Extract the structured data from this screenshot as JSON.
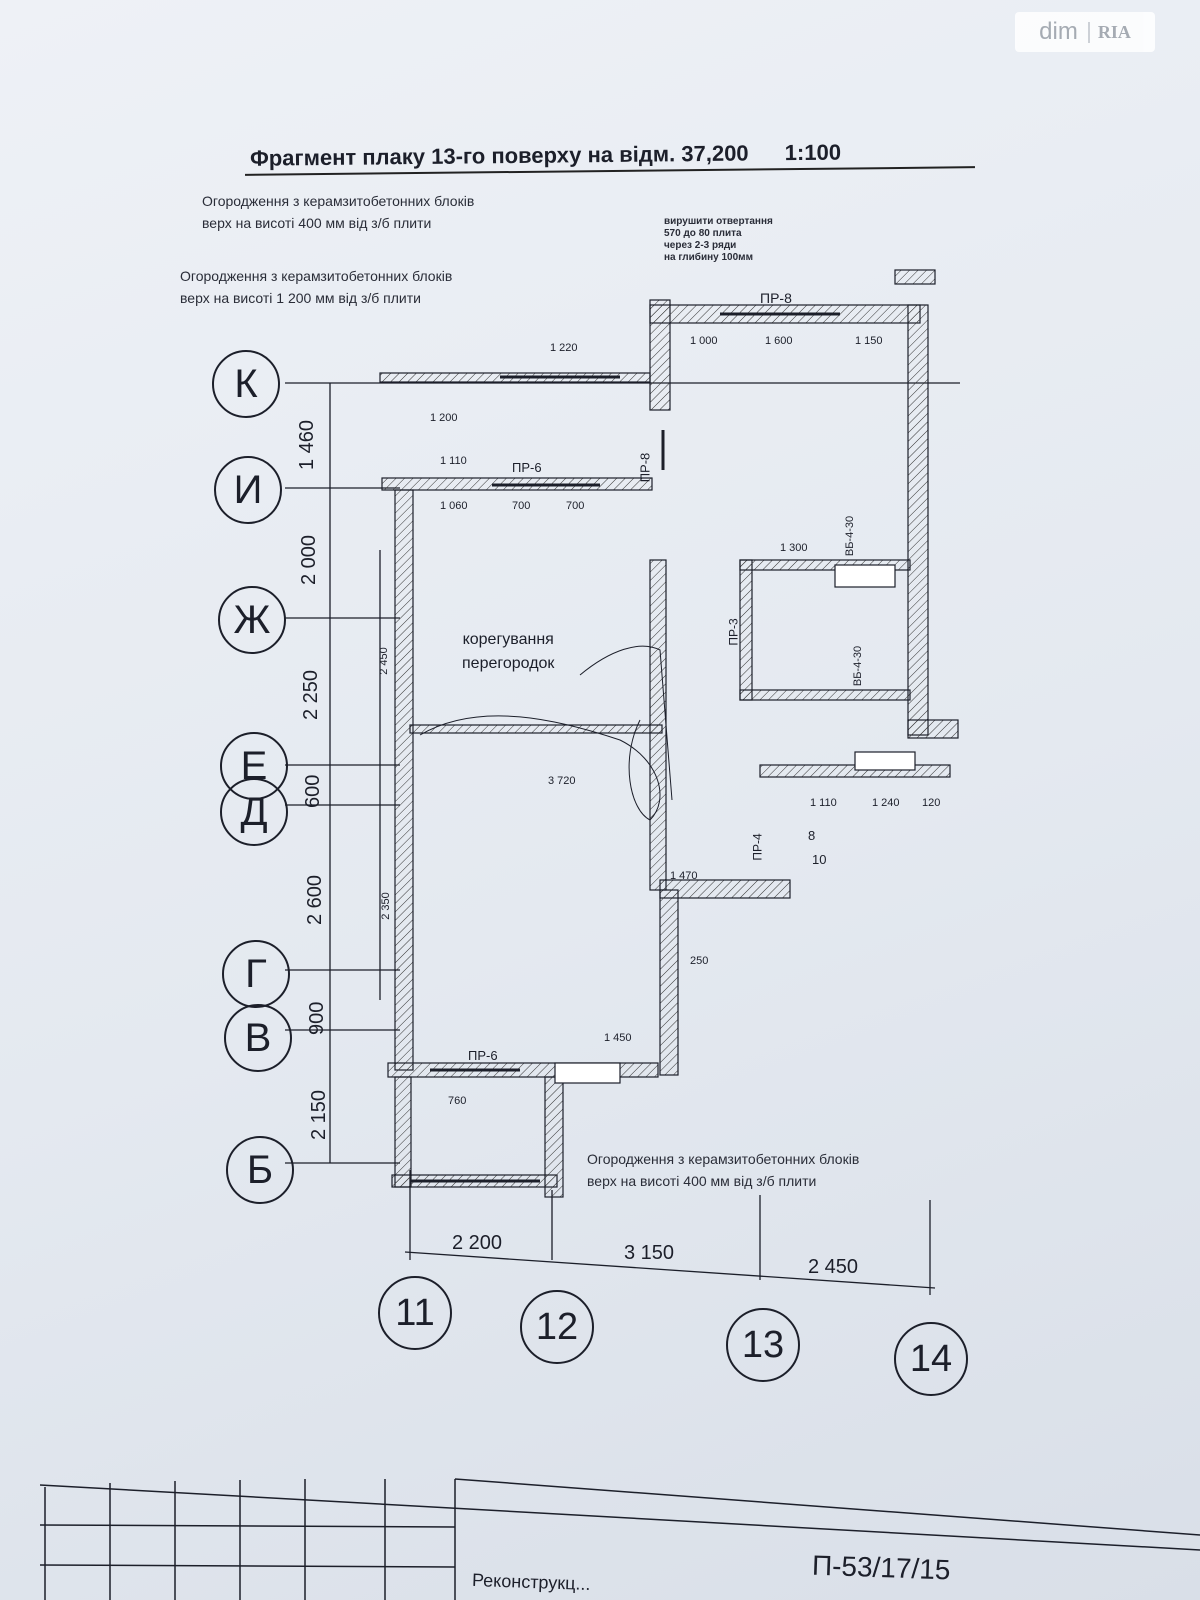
{
  "title": {
    "text": "Фрагмент плаку 13-го поверху на відм. 37,200",
    "scale": "1:100"
  },
  "watermark": {
    "left": "dim",
    "right": "RIA"
  },
  "notes": {
    "fence_top_1": "Огородження з керамзитобетонних блоків",
    "fence_top_2": "верх на висоті 400 мм від з/б плити",
    "fence_mid_1": "Огородження з керамзитобетонних блоків",
    "fence_mid_2": "верх на висоті 1 200 мм від з/б плити",
    "fence_bottom_1": "Огородження з керамзитобетонних блоків",
    "fence_bottom_2": "верх на висоті 400 мм від з/б плити",
    "small_1": "вирушити отвертання",
    "small_2": "570 до 80 плита",
    "small_3": "через 2-3 ряди",
    "small_4": "на глибину 100мм",
    "room_1": "корегування",
    "room_2": "перегородок"
  },
  "axes_letters": [
    {
      "label": "К"
    },
    {
      "label": "И"
    },
    {
      "label": "Ж"
    },
    {
      "label": "Е"
    },
    {
      "label": "Д"
    },
    {
      "label": "Г"
    },
    {
      "label": "В"
    },
    {
      "label": "Б"
    }
  ],
  "axes_numbers": [
    {
      "label": "11"
    },
    {
      "label": "12"
    },
    {
      "label": "13"
    },
    {
      "label": "14"
    }
  ],
  "dims_vertical": [
    "1 460",
    "2 000",
    "2 250",
    "600",
    "2 600",
    "900",
    "2 150"
  ],
  "dims_horizontal": [
    "2 200",
    "3 150",
    "2 450"
  ],
  "labels": {
    "pr8_top": "ПР-8",
    "pr8_side": "ПР-8",
    "pr6_top": "ПР-6",
    "pr6_bottom": "ПР-6",
    "pr3": "ПР-3",
    "pr4": "ПР-4",
    "bb1": "ВБ-4-30",
    "bb2": "ВБ-4-30",
    "n8": "8",
    "n10": "10",
    "d1000": "1 000",
    "d1600": "1 600",
    "d1150": "1 150",
    "d1220": "1 220",
    "d1200": "1 200",
    "d1110": "1 110",
    "d1060": "1 060",
    "d700a": "700",
    "d700b": "700",
    "d3720": "3 720",
    "d1300": "1 300",
    "d1450": "1 450",
    "d1470": "1 470",
    "d1240": "1 240",
    "d1110b": "1 110",
    "d760": "760",
    "d120": "120",
    "d250": "250",
    "d2350": "2 350",
    "d2450": "2 450"
  },
  "sheet": {
    "code": "П-53/17/15",
    "text": "Реконструкц..."
  }
}
